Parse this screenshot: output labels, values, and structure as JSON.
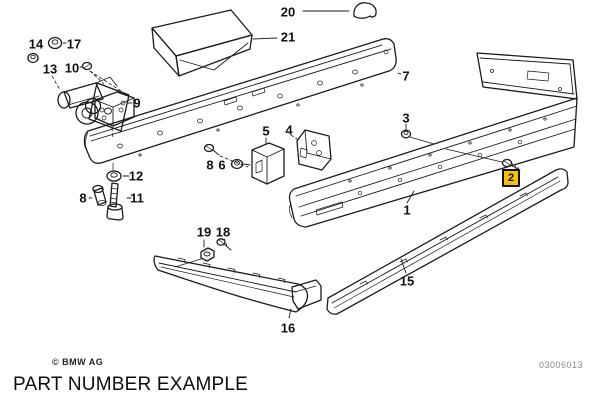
{
  "footer": {
    "copyright": "© BMW AG",
    "caption": "PART NUMBER EXAMPLE",
    "diagram_code": "03006013"
  },
  "colors": {
    "highlight": "#f3c211",
    "ink": "#1c1c1c",
    "paper": "#ffffff"
  },
  "highlighted_part": "2",
  "parts": {
    "p1": {
      "label": "1"
    },
    "p2": {
      "label": "2"
    },
    "p3": {
      "label": "3"
    },
    "p4": {
      "label": "4"
    },
    "p5": {
      "label": "5"
    },
    "p6": {
      "label": "6"
    },
    "p7": {
      "label": "7"
    },
    "p8": {
      "label": "8"
    },
    "p9": {
      "label": "9"
    },
    "p10": {
      "label": "10"
    },
    "p11": {
      "label": "11"
    },
    "p12": {
      "label": "12"
    },
    "p13": {
      "label": "13"
    },
    "p14": {
      "label": "14"
    },
    "p15": {
      "label": "15"
    },
    "p16": {
      "label": "16"
    },
    "p17": {
      "label": "17"
    },
    "p18": {
      "label": "18"
    },
    "p19": {
      "label": "19"
    },
    "p20": {
      "label": "20"
    },
    "p21": {
      "label": "21"
    }
  }
}
